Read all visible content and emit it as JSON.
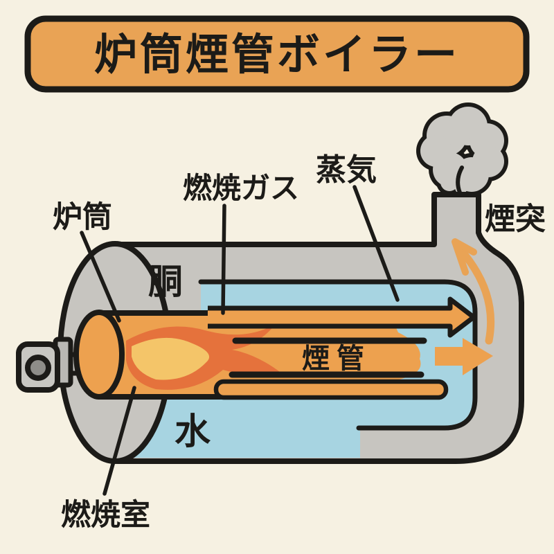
{
  "title": {
    "text": "炉筒煙管ボイラー"
  },
  "diagram": {
    "labels": {
      "furnace_tube": "炉筒",
      "combustion_gas": "燃焼ガス",
      "steam": "蒸気",
      "chimney": "煙突",
      "shell": "胴",
      "smoke_tube": "煙管",
      "water": "水",
      "combustion_chamber": "燃焼室"
    },
    "colors": {
      "background": "#f6f1e2",
      "outline": "#1c1b18",
      "banner_orange": "#e9a355",
      "tube_orange": "#eda14f",
      "flame_outer": "#e5723c",
      "flame_inner": "#f4c569",
      "water_blue": "#a7d4e1",
      "shell_gray": "#c7c5c0",
      "cloud_gray": "#cbc9c4",
      "burner_gray": "#c8c7c2",
      "burner_dark": "#8e8d89"
    }
  }
}
